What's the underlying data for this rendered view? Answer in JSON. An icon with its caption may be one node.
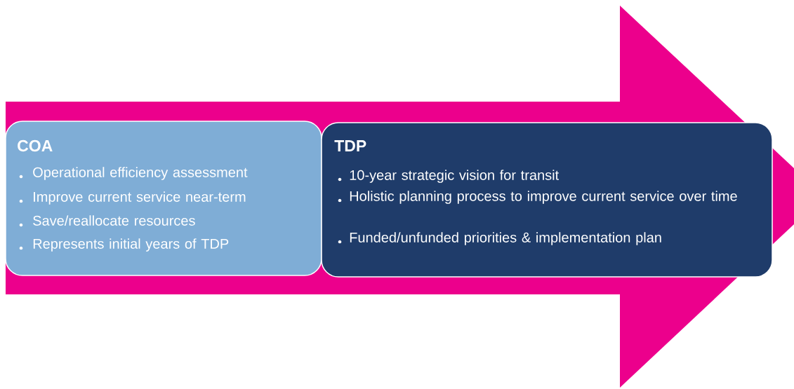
{
  "diagram": {
    "nodes": [
      {
        "text": [
          "COA",
          "Operational efficiency assessment",
          "Improve current service near-term",
          "Save/reallocate resources",
          "Represents initial years of TDP"
        ]
      },
      {
        "text": [
          "TDP",
          "10-year strategic vision for transit",
          "Holistic planning process to improve current service over time",
          "Funded/unfunded priorities & implementation plan"
        ]
      }
    ]
  }
}
